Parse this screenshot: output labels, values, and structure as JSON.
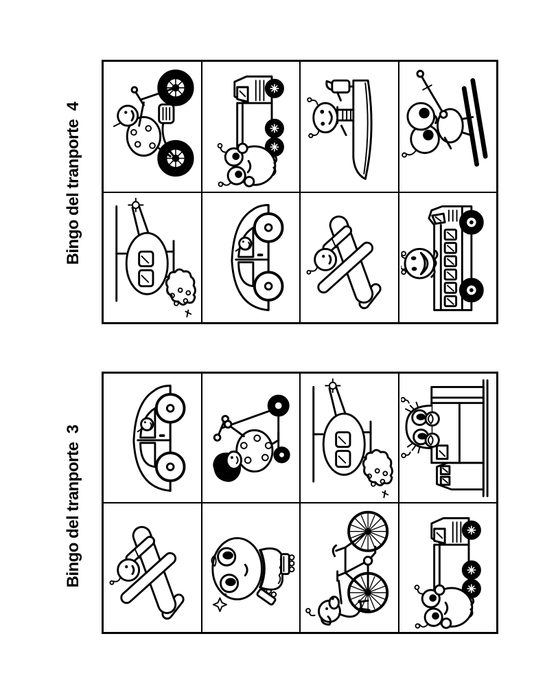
{
  "page": {
    "paper_color": "#ffffff",
    "ink_color": "#000000",
    "orientation_note": "landscape sheet shown rotated 90deg counterclockwise"
  },
  "cards": [
    {
      "title": "Bingo del tranporte  4",
      "cells": [
        {
          "image": "motorcycle"
        },
        {
          "image": "truck-frog"
        },
        {
          "image": "boat"
        },
        {
          "image": "skier"
        },
        {
          "image": "helicopter"
        },
        {
          "image": "car"
        },
        {
          "image": "airplane"
        },
        {
          "image": "school-bus"
        }
      ]
    },
    {
      "title": "Bingo del tranporte  3",
      "cells": [
        {
          "image": "car"
        },
        {
          "image": "scooter"
        },
        {
          "image": "helicopter"
        },
        {
          "image": "truck-peek"
        },
        {
          "image": "airplane"
        },
        {
          "image": "roller-skates"
        },
        {
          "image": "bicycle"
        },
        {
          "image": "truck-frog"
        }
      ]
    }
  ]
}
